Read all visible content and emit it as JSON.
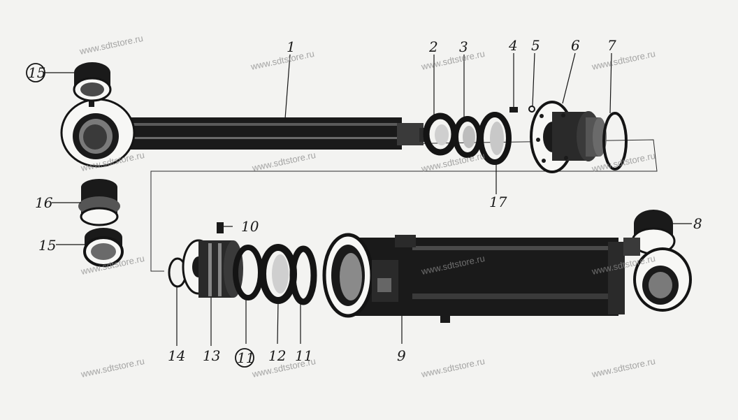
{
  "watermark": "www.sdtstore.ru",
  "callouts": {
    "c1": "1",
    "c2": "2",
    "c3": "3",
    "c4": "4",
    "c5": "5",
    "c6": "6",
    "c7": "7",
    "c8": "8",
    "c9": "9",
    "c10": "10",
    "c11": "11",
    "c11b": "11",
    "c12": "12",
    "c13": "13",
    "c14": "14",
    "c15a": "15",
    "c15b": "15",
    "c16": "16",
    "c17": "17"
  },
  "colors": {
    "ink": "#141414",
    "paper": "#f3f3f1",
    "watermark": "#8a8a8a"
  }
}
